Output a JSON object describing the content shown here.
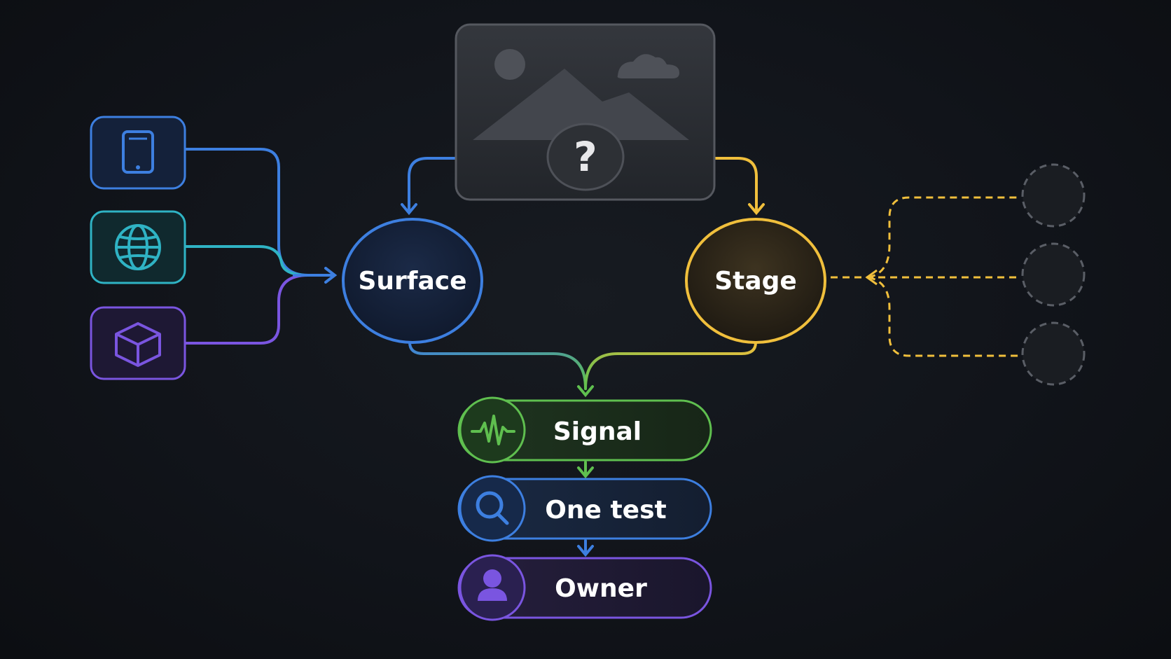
{
  "nodes": {
    "surface": {
      "label": "Surface"
    },
    "stage": {
      "label": "Stage"
    },
    "placeholder": {
      "glyph": "?"
    }
  },
  "pipeline": [
    {
      "label": "Signal",
      "icon": "waveform-icon",
      "color": "#5fbf4f"
    },
    {
      "label": "One test",
      "icon": "search-icon",
      "color": "#3d7fe0"
    },
    {
      "label": "Owner",
      "icon": "user-icon",
      "color": "#7a55e0"
    }
  ],
  "inputs": [
    {
      "icon": "tablet-icon",
      "color": "#3d7fe0"
    },
    {
      "icon": "globe-icon",
      "color": "#2fb3c4"
    },
    {
      "icon": "cube-icon",
      "color": "#7a55e0"
    }
  ],
  "colors": {
    "blue": "#3d7fe0",
    "teal": "#2fb3c4",
    "purple": "#7a55e0",
    "gold": "#f0bf3c",
    "green": "#5fbf4f",
    "gray": "#4a4e56"
  }
}
